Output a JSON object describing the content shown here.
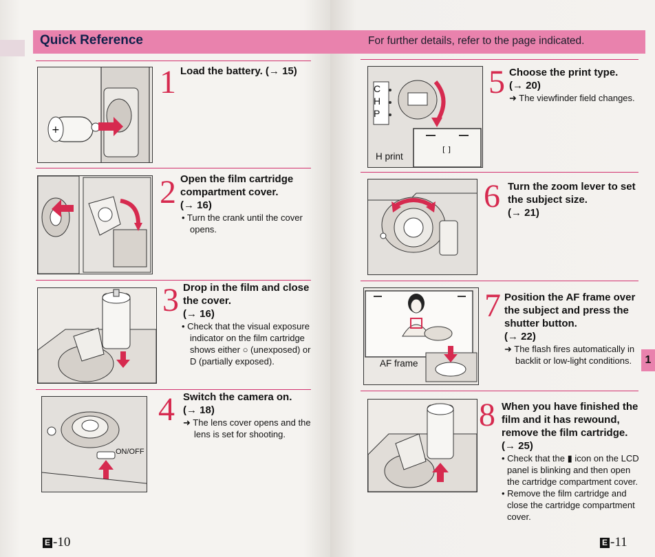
{
  "header": {
    "title": "Quick Reference",
    "note": "For further details, refer to the page indicated."
  },
  "steps": [
    {
      "num": "1",
      "title": "Load the battery. (→ 15)",
      "notes": []
    },
    {
      "num": "2",
      "title": "Open the film cartridge compartment cover.",
      "ref": "(→ 16)",
      "notes": [
        "• Turn the crank until the cover opens."
      ]
    },
    {
      "num": "3",
      "title": "Drop in the film and close the cover.",
      "ref": "(→ 16)",
      "notes": [
        "• Check that the visual exposure indicator on the film cartridge shows either ○ (unexposed) or D (partially exposed)."
      ]
    },
    {
      "num": "4",
      "title": "Switch the camera on.",
      "ref": "(→ 18)",
      "notes": [
        "➜ The lens cover opens and the lens is set for shooting."
      ]
    },
    {
      "num": "5",
      "title": "Choose the print type.",
      "ref": "(→ 20)",
      "notes": [
        "➜ The viewfinder field changes."
      ]
    },
    {
      "num": "6",
      "title": "Turn the zoom lever to set the subject size.",
      "ref": "(→ 21)",
      "notes": []
    },
    {
      "num": "7",
      "title": "Position the AF frame over the subject and press the shutter button.",
      "ref": "(→ 22)",
      "notes": [
        "➜ The flash fires automatically in backlit or low-light conditions."
      ]
    },
    {
      "num": "8",
      "title": "When you have finished the film and it has rewound, remove the film cartridge. (→ 25)",
      "notes": [
        "• Check that the ▮ icon on the LCD panel is blinking and then open the cartridge compartment cover.",
        "• Remove the film cartridge and close the cartridge compartment cover."
      ]
    }
  ],
  "illustration_labels": {
    "onoff": "ON/OFF",
    "h_print": "H print",
    "af_frame": "AF frame",
    "chp": [
      "C",
      "H",
      "P"
    ]
  },
  "footer": {
    "left_page": "-10",
    "right_page": "-11",
    "e_badge": "E",
    "chapter_tab": "1"
  },
  "colors": {
    "accent": "#d62a4f",
    "banner": "#e982ad",
    "title_blue": "#10204a"
  },
  "icons": [
    "battery-icon",
    "arrow-icon",
    "film-cartridge-icon",
    "camera-icon",
    "viewfinder-icon",
    "lcd-film-icon"
  ]
}
